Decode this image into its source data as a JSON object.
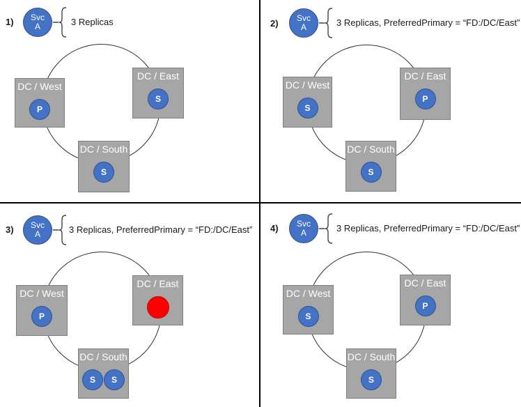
{
  "colors": {
    "replica_fill": "#4472C4",
    "replica_border": "#2F528F",
    "failed_fill": "#FF0000",
    "dc_box_fill": "#A6A6A6",
    "dc_box_border": "#7F7F7F",
    "dc_label_text": "#FFFFFF",
    "ring_stroke": "#2E2E2E",
    "divider": "#000000"
  },
  "panels": [
    {
      "number": "1)",
      "svc": {
        "line1": "Svc",
        "line2": "A"
      },
      "caption": "3 Replicas",
      "nodes": [
        {
          "id": "west",
          "label": "DC / West",
          "replicas": [
            {
              "label": "P",
              "type": "primary"
            }
          ]
        },
        {
          "id": "east",
          "label": "DC / East",
          "replicas": [
            {
              "label": "S",
              "type": "secondary"
            }
          ]
        },
        {
          "id": "south",
          "label": "DC / South",
          "replicas": [
            {
              "label": "S",
              "type": "secondary"
            }
          ]
        }
      ]
    },
    {
      "number": "2)",
      "svc": {
        "line1": "Svc",
        "line2": "A"
      },
      "caption": "3 Replicas, PreferredPrimary = “FD:/DC/East”",
      "nodes": [
        {
          "id": "west",
          "label": "DC / West",
          "replicas": [
            {
              "label": "S",
              "type": "secondary"
            }
          ]
        },
        {
          "id": "east",
          "label": "DC / East",
          "replicas": [
            {
              "label": "P",
              "type": "primary"
            }
          ]
        },
        {
          "id": "south",
          "label": "DC / South",
          "replicas": [
            {
              "label": "S",
              "type": "secondary"
            }
          ]
        }
      ]
    },
    {
      "number": "3)",
      "svc": {
        "line1": "Svc",
        "line2": "A"
      },
      "caption": "3 Replicas, PreferredPrimary = “FD:/DC/East”",
      "nodes": [
        {
          "id": "west",
          "label": "DC / West",
          "replicas": [
            {
              "label": "P",
              "type": "primary"
            }
          ]
        },
        {
          "id": "east",
          "label": "DC / East",
          "replicas": [
            {
              "label": "",
              "type": "failed"
            }
          ]
        },
        {
          "id": "south",
          "label": "DC / South",
          "replicas": [
            {
              "label": "S",
              "type": "secondary"
            },
            {
              "label": "S",
              "type": "secondary"
            }
          ]
        }
      ]
    },
    {
      "number": "4)",
      "svc": {
        "line1": "Svc",
        "line2": "A"
      },
      "caption": "3 Replicas, PreferredPrimary = “FD:/DC/East”",
      "nodes": [
        {
          "id": "west",
          "label": "DC / West",
          "replicas": [
            {
              "label": "S",
              "type": "secondary"
            }
          ]
        },
        {
          "id": "east",
          "label": "DC / East",
          "replicas": [
            {
              "label": "P",
              "type": "primary"
            }
          ]
        },
        {
          "id": "south",
          "label": "DC / South",
          "replicas": [
            {
              "label": "S",
              "type": "secondary"
            }
          ]
        }
      ]
    }
  ]
}
